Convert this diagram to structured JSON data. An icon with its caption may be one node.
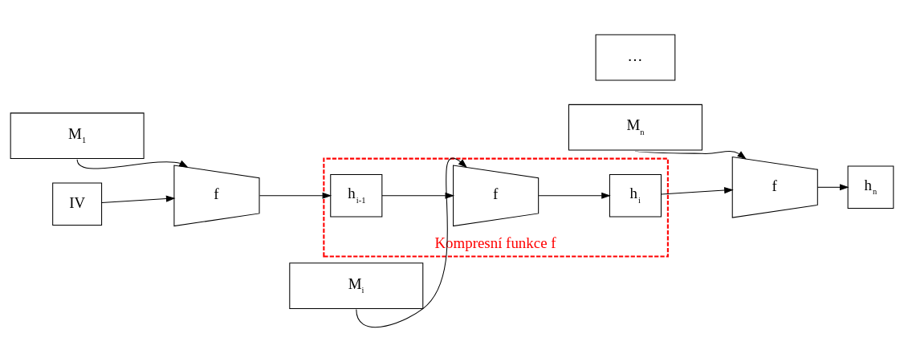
{
  "diagram": {
    "nodes": [
      {
        "text": [
          "M$_{1}$"
        ]
      },
      {
        "text": [
          "M$_{i}$"
        ]
      },
      {
        "text": [
          "…"
        ]
      },
      {
        "text": [
          "M$_{n}$"
        ]
      },
      {
        "text": [
          "IV"
        ]
      },
      {
        "text": [
          "f"
        ]
      },
      {
        "text": [
          "Kompresní funkce f"
        ]
      },
      {
        "text": [
          "h$_{i-1}$"
        ],
        "in": 6
      },
      {
        "text": [
          "f"
        ],
        "in": 6
      },
      {
        "text": [
          "h$_{i}$"
        ],
        "in": 6
      },
      {
        "text": [
          "f"
        ]
      },
      {
        "text": [
          "h$_{n}$"
        ]
      }
    ],
    "edges": [
      {
        "from": 0,
        "to": 5,
        "arrow": "to"
      },
      {
        "from": 4,
        "to": 5,
        "arrow": "to"
      },
      {
        "from": 5,
        "to": 7,
        "arrow": "to"
      },
      {
        "from": 1,
        "to": 8,
        "arrow": "to"
      },
      {
        "from": 7,
        "to": 8,
        "arrow": "to"
      },
      {
        "from": 8,
        "to": 9,
        "arrow": "to"
      },
      {
        "from": 9,
        "to": 10,
        "arrow": "to"
      },
      {
        "from": 3,
        "to": 10,
        "arrow": "to"
      },
      {
        "from": 10,
        "to": 11,
        "arrow": "to"
      }
    ]
  }
}
